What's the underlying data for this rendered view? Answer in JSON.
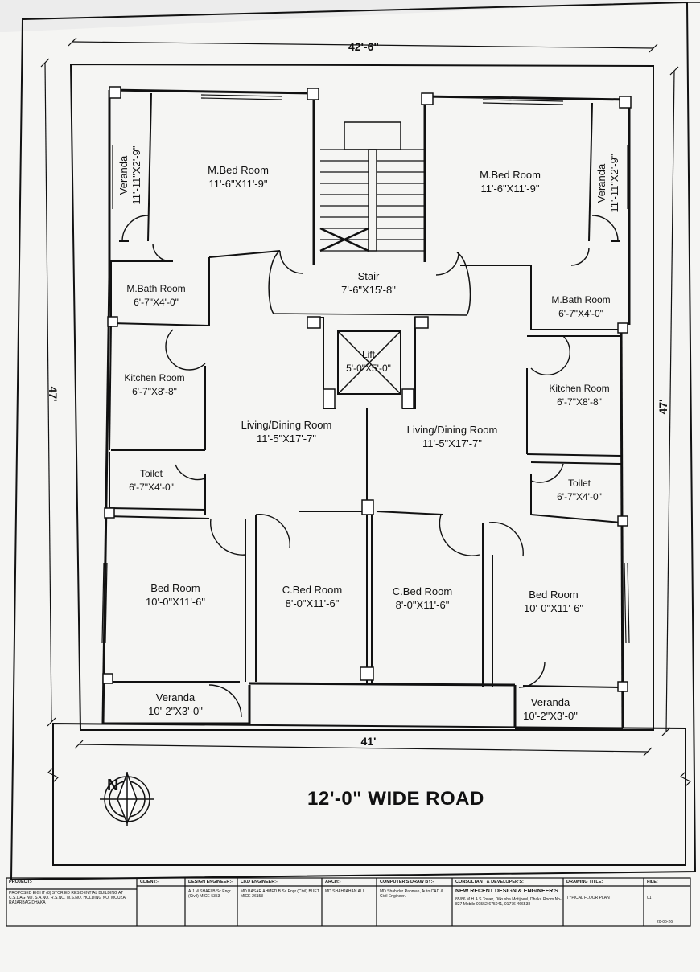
{
  "dimensions": {
    "top_width": "42'-6\"",
    "bottom_width": "41'",
    "left_depth": "47'",
    "right_depth": "47'"
  },
  "rooms": {
    "veranda_tl": {
      "name": "Veranda",
      "size": "11'-11\"X2'-9\""
    },
    "mbed_left": {
      "name": "M.Bed Room",
      "size": "11'-6\"X11'-9\""
    },
    "mbed_right": {
      "name": "M.Bed Room",
      "size": "11'-6\"X11'-9\""
    },
    "veranda_tr": {
      "name": "Veranda",
      "size": "11'-11\"X2'-9\""
    },
    "stair": {
      "name": "Stair",
      "size": "7'-6\"X15'-8\""
    },
    "lift": {
      "name": "Lift",
      "size": "5'-0\"X5'-0\""
    },
    "mbath_left": {
      "name": "M.Bath Room",
      "size": "6'-7\"X4'-0\""
    },
    "mbath_right": {
      "name": "M.Bath Room",
      "size": "6'-7\"X4'-0\""
    },
    "kitchen_left": {
      "name": "Kitchen Room",
      "size": "6'-7\"X8'-8\""
    },
    "kitchen_right": {
      "name": "Kitchen Room",
      "size": "6'-7\"X8'-8\""
    },
    "living_left": {
      "name": "Living/Dining Room",
      "size": "11'-5\"X17'-7\""
    },
    "living_right": {
      "name": "Living/Dining Room",
      "size": "11'-5\"X17'-7\""
    },
    "toilet_left": {
      "name": "Toilet",
      "size": "6'-7\"X4'-0\""
    },
    "toilet_right": {
      "name": "Toilet",
      "size": "6'-7\"X4'-0\""
    },
    "bed_left": {
      "name": "Bed Room",
      "size": "10'-0\"X11'-6\""
    },
    "cbed_left": {
      "name": "C.Bed Room",
      "size": "8'-0\"X11'-6\""
    },
    "cbed_right": {
      "name": "C.Bed Room",
      "size": "8'-0\"X11'-6\""
    },
    "bed_right": {
      "name": "Bed Room",
      "size": "10'-0\"X11'-6\""
    },
    "veranda_bl": {
      "name": "Veranda",
      "size": "10'-2\"X3'-0\""
    },
    "veranda_br": {
      "name": "Veranda",
      "size": "10'-2\"X3'-0\""
    }
  },
  "road_label": "12'-0\" WIDE ROAD",
  "compass_letter": "N",
  "title_block": {
    "project_heading": "PROJECT:-",
    "project_text": "PROPOSED EIGHT (8) STORIED RESIDENTIAL BUILDING AT C.S.DAG NO. S.A.NO. R.S.NO. M.S.NO. HOLDING NO. MOUZA RAJARBAG DHAKA",
    "client_heading": "CLIENT:-",
    "design_heading": "DESIGN ENGINEER:-",
    "design_text": "A.J.M SHAFI B.Sc.Engr.(Civil) MICE-5353",
    "ckd_heading": "CKD ENGINEER:-",
    "ckd_text": "MD.BASAR AHMED B.Sc.Engr.(Civil) BUET MICE-26153",
    "arch_heading": "ARCH:-",
    "arch_text": "MD.SHAHJAHAN ALI",
    "draw_heading": "COMPUTER'S DRAW BY:-",
    "draw_text": "MD.Shahidur Rahman, Auto CAD & Civil Engineer.",
    "consultant_heading": "CONSULTANT & DEVELOPER'S:",
    "consultant_name": "NEW RECENT DESIGN & ENGINEER'S",
    "consultant_text": "85/86 M.H.A.S Tower, Dilkusha Motijheel, Dhaka Room No-827 Mobile 01552-675041, 01776-466538",
    "drawing_heading": "DRAWING TITLE:",
    "drawing_text": "TYPICAL FLOOR PLAN",
    "file_heading": "FILE:",
    "file_no": "01",
    "date": "20-06-26"
  }
}
